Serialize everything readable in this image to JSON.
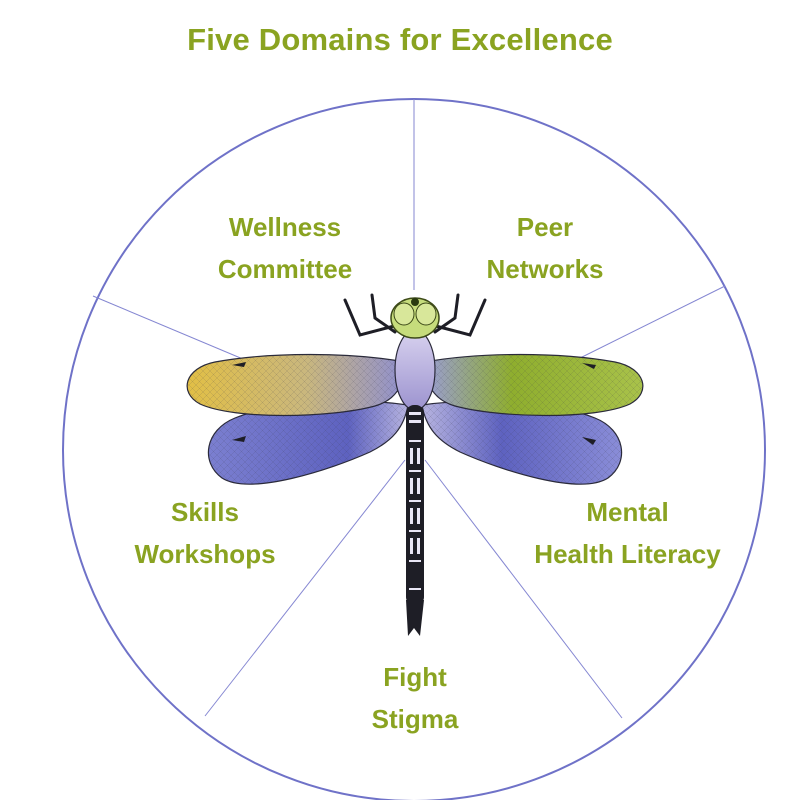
{
  "title": "Five Domains for Excellence",
  "colors": {
    "text": "#8aa321",
    "circle": "#6f72c8",
    "wing_gold": "#d9b54a",
    "wing_green": "#8fae2e",
    "wing_purple": "#6a6fc4",
    "head_green": "#c6dc7c",
    "body_dark": "#1e1e26"
  },
  "domains": [
    {
      "id": "wellness",
      "lines": [
        "Wellness",
        "Committee"
      ]
    },
    {
      "id": "peer",
      "lines": [
        "Peer",
        "Networks"
      ]
    },
    {
      "id": "skills",
      "lines": [
        "Skills",
        "Workshops"
      ]
    },
    {
      "id": "mental",
      "lines": [
        "Mental",
        "Health Literacy"
      ]
    },
    {
      "id": "fight",
      "lines": [
        "Fight",
        "Stigma"
      ]
    }
  ],
  "icons": {
    "center": "dragonfly-icon"
  }
}
